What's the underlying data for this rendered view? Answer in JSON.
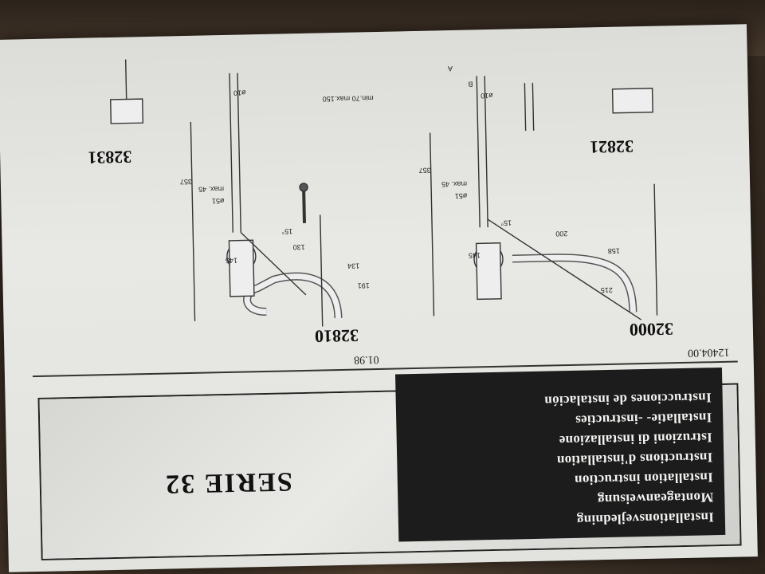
{
  "document": {
    "titles": [
      "Installationsvejledning",
      "Montageanweisung",
      "Installation instruction",
      "Instructions d'installation",
      "Istruzioni di installazione",
      "Installatie- -instructies",
      "Instrucciones de instalación"
    ],
    "series_label": "SERIE   32",
    "footer_codes": [
      "01.98",
      "12404.00"
    ],
    "models": [
      "32000",
      "32810",
      "32821",
      "32831"
    ],
    "dimensions": {
      "d357a": "357",
      "d357b": "357",
      "d200": "200",
      "d215": "215",
      "d158": "158",
      "d130": "130",
      "d191": "191",
      "d134": "134",
      "d45a": "max. 45",
      "d45b": "max. 45",
      "d51a": "ø51",
      "d51b": "ø51",
      "d145a": "145",
      "d145b": "145",
      "d15a": "15°",
      "d15b": "15°",
      "d10a": "ø10",
      "d10b": "ø10",
      "minmax": "min.70 max.150",
      "A": "A",
      "B": "B"
    }
  }
}
